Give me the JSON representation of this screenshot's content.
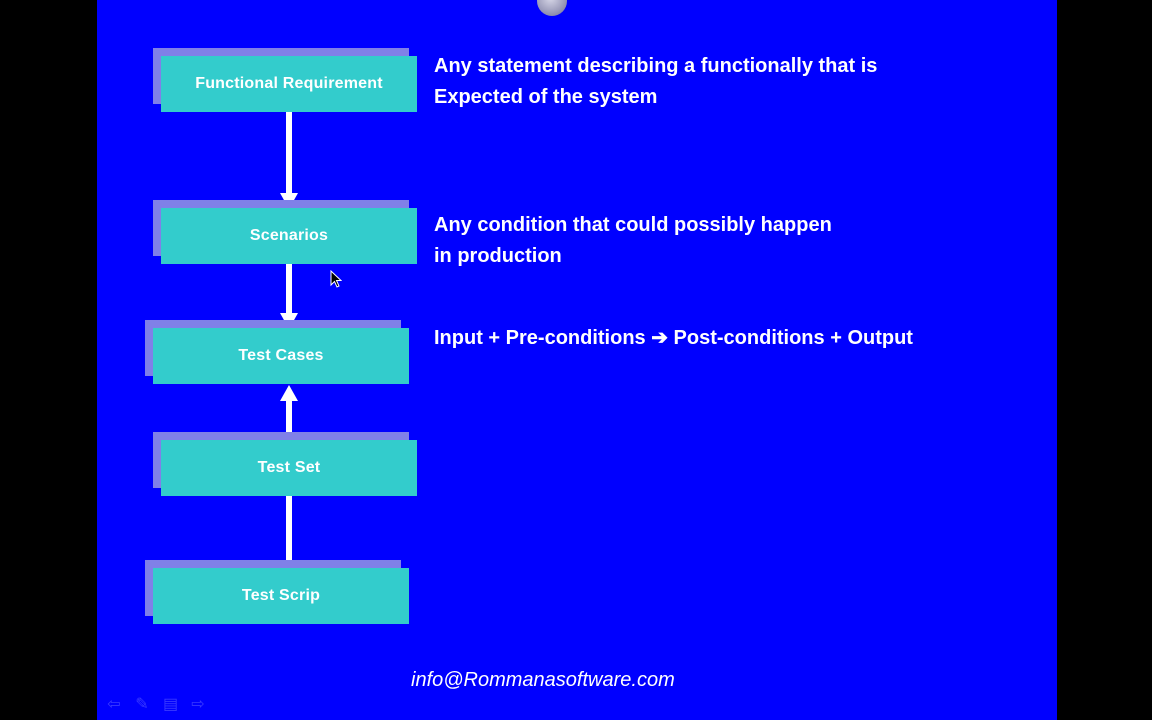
{
  "diagram": {
    "boxes": [
      {
        "label": "Functional Requirement"
      },
      {
        "label": "Scenarios"
      },
      {
        "label": "Test Cases"
      },
      {
        "label": "Test Set"
      },
      {
        "label": "Test Scrip"
      }
    ],
    "descriptions": [
      {
        "line1": "Any statement describing a functionally that is",
        "line2": "Expected of the system"
      },
      {
        "line1": "Any condition that could possibly happen",
        "line2": "in production"
      },
      {
        "line1": "Input + Pre-conditions ➔ Post-conditions + Output"
      }
    ]
  },
  "footer": {
    "email": "info@Rommanasoftware.com"
  },
  "nav": {
    "icons": [
      "prev-arrow-icon",
      "pen-icon",
      "menu-icon",
      "next-arrow-icon"
    ]
  },
  "colors": {
    "background": "#0000ff",
    "box_fill": "#33cccc",
    "box_shadow": "#8080e8",
    "text": "#ffffff"
  }
}
